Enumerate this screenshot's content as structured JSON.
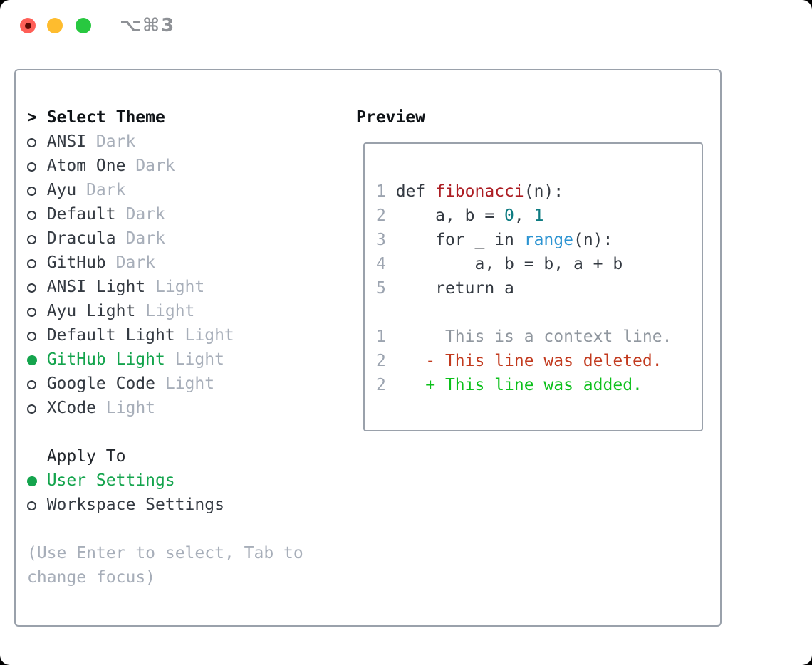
{
  "window": {
    "title": "⌥⌘3",
    "traffic_lights": [
      "close",
      "minimize",
      "zoom"
    ]
  },
  "colors": {
    "accent_green": "#14a44d",
    "added_green": "#0cc01b",
    "deleted_red": "#c23a1e",
    "context_gray": "#90979f",
    "function_red": "#ac1d23",
    "number_teal": "#0d7b81",
    "call_blue": "#2b93d1",
    "muted_gray": "#a7aeb9",
    "panel_border": "#9aa1ab",
    "traffic_red": "#ff5f57",
    "traffic_yellow": "#febc2e",
    "traffic_green": "#28c840"
  },
  "left": {
    "header": {
      "prompt": ">",
      "label": "Select Theme"
    },
    "themes": [
      {
        "name": "ANSI",
        "tag": "Dark",
        "selected": false
      },
      {
        "name": "Atom One",
        "tag": "Dark",
        "selected": false
      },
      {
        "name": "Ayu",
        "tag": "Dark",
        "selected": false
      },
      {
        "name": "Default",
        "tag": "Dark",
        "selected": false
      },
      {
        "name": "Dracula",
        "tag": "Dark",
        "selected": false
      },
      {
        "name": "GitHub",
        "tag": "Dark",
        "selected": false
      },
      {
        "name": "ANSI Light",
        "tag": "Light",
        "selected": false
      },
      {
        "name": "Ayu Light",
        "tag": "Light",
        "selected": false
      },
      {
        "name": "Default Light",
        "tag": "Light",
        "selected": false
      },
      {
        "name": "GitHub Light",
        "tag": "Light",
        "selected": true
      },
      {
        "name": "Google Code",
        "tag": "Light",
        "selected": false
      },
      {
        "name": "XCode",
        "tag": "Light",
        "selected": false
      }
    ],
    "apply_to": {
      "label": "Apply To",
      "options": [
        {
          "name": "User Settings",
          "selected": true
        },
        {
          "name": "Workspace Settings",
          "selected": false
        }
      ]
    },
    "help": {
      "line1": "(Use Enter to select, Tab to",
      "line2": "change focus)"
    }
  },
  "preview": {
    "label": "Preview",
    "code": [
      {
        "num": "1",
        "t0": " def ",
        "fn": "fibonacci",
        "t1": "(n):"
      },
      {
        "num": "2",
        "t0": "     a, b = ",
        "n0": "0",
        "t1": ", ",
        "n1": "1"
      },
      {
        "num": "3",
        "t0": "     for _ in ",
        "fn": "range",
        "t1": "(n):"
      },
      {
        "num": "4",
        "t0": "         a, b = b, a + b"
      },
      {
        "num": "5",
        "t0": "     return a"
      }
    ],
    "diff": [
      {
        "num": "1",
        "kind": "context",
        "text": "      This is a context line."
      },
      {
        "num": "2",
        "kind": "deleted",
        "text": "    - This line was deleted."
      },
      {
        "num": "2",
        "kind": "added",
        "text": "    + This line was added."
      }
    ]
  }
}
